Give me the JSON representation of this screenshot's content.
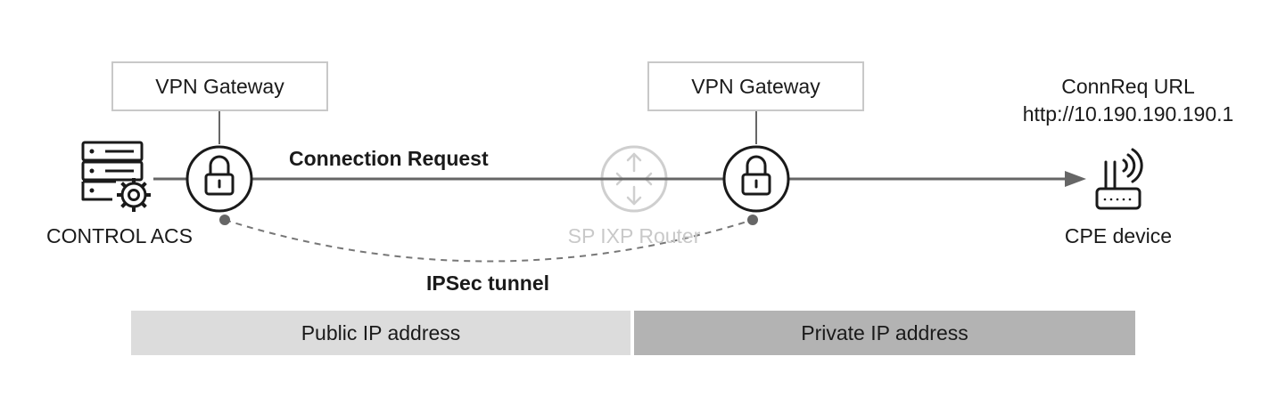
{
  "gateway_left": {
    "label": "VPN Gateway"
  },
  "gateway_right": {
    "label": "VPN Gateway"
  },
  "acs": {
    "label": "CONTROL ACS",
    "icon": "server-gear-icon"
  },
  "router": {
    "label": "SP IXP Router",
    "icon": "router-icon"
  },
  "cpe": {
    "label": "CPE device",
    "icon": "wifi-router-icon",
    "url_title": "ConnReq URL",
    "url": "http://10.190.190.190.1"
  },
  "connection": {
    "label": "Connection Request"
  },
  "tunnel": {
    "label": "IPSec tunnel"
  },
  "zones": {
    "public": "Public IP address",
    "private": "Private IP address"
  },
  "colors": {
    "line": "#666666",
    "public_zone": "#dcdcdc",
    "private_zone": "#b3b3b3",
    "faded": "#c9c9c9",
    "box_border": "#c8c8c8"
  }
}
